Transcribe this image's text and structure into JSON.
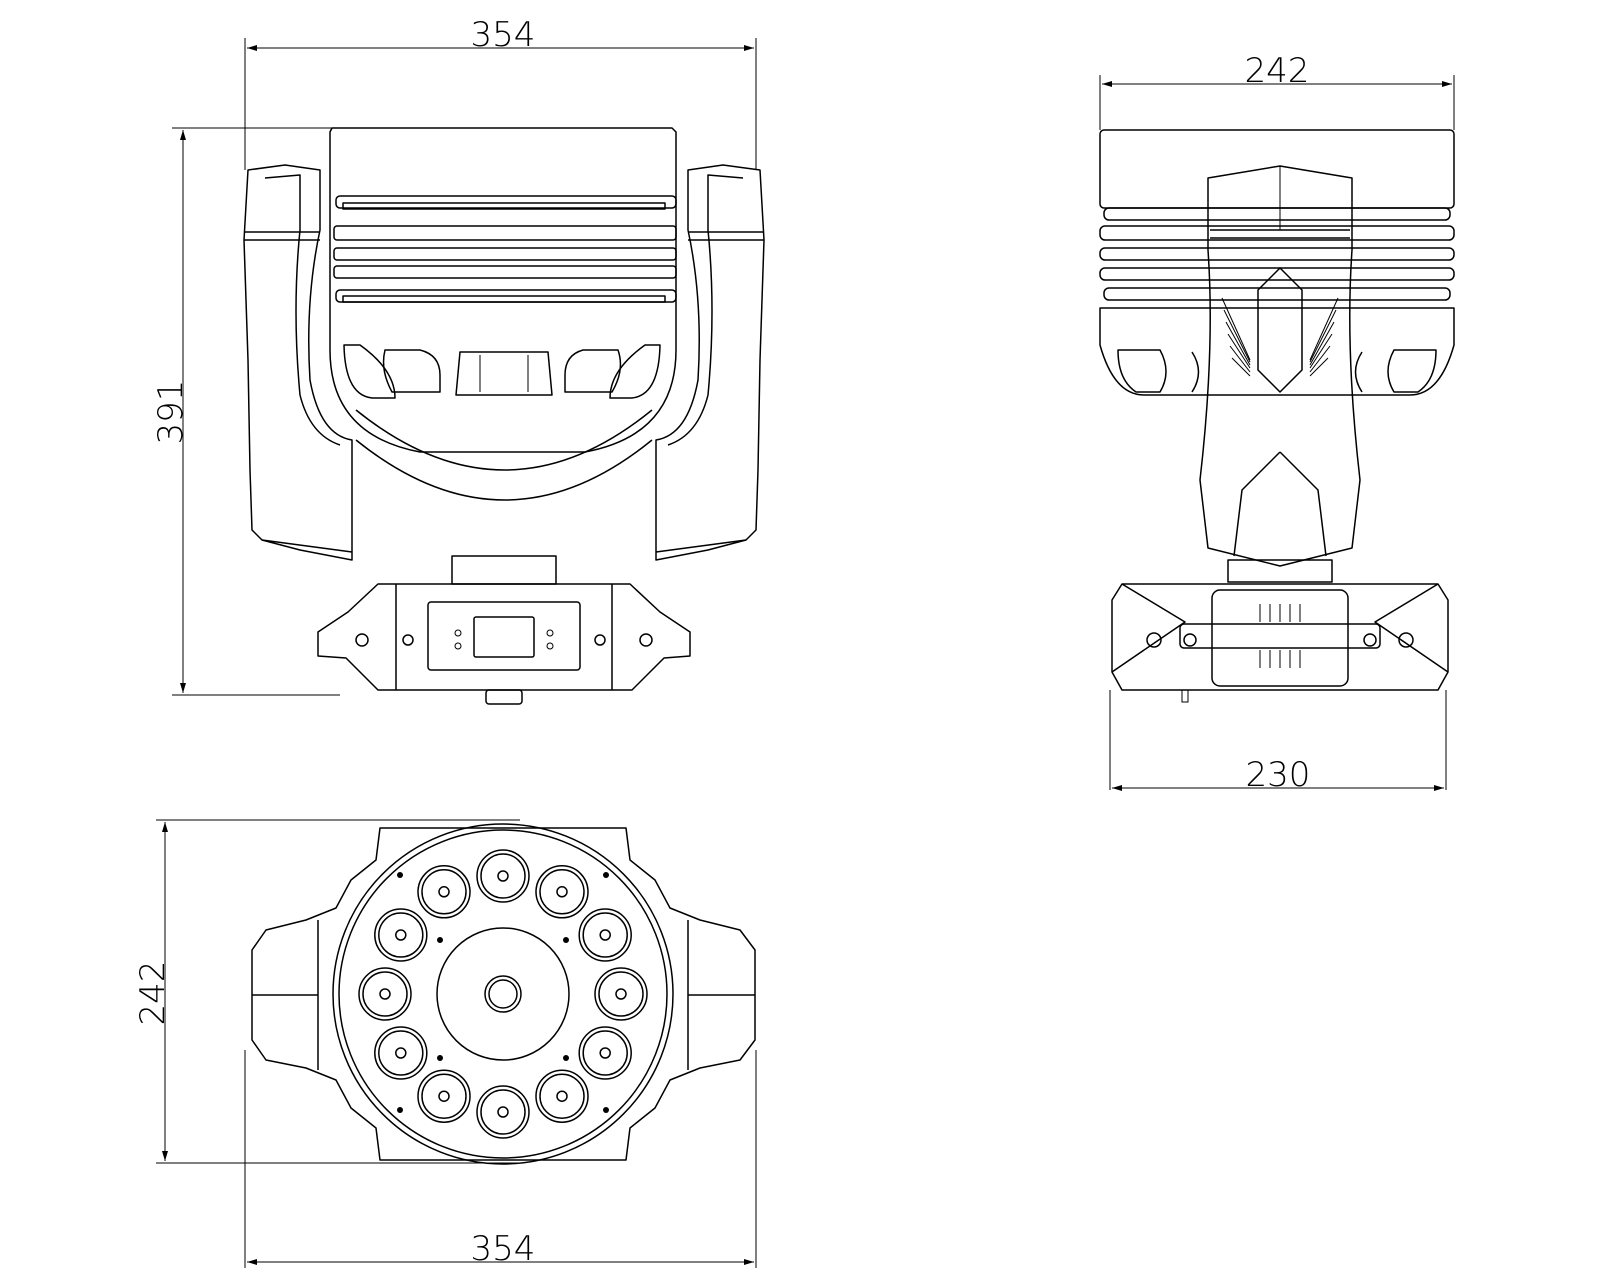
{
  "colors": {
    "line": "#000000",
    "background": "#ffffff"
  },
  "front_view": {
    "width_label": "354",
    "height_label": "391"
  },
  "side_view": {
    "top_width_label": "242",
    "base_width_label": "230"
  },
  "lens_view": {
    "height_label": "242",
    "width_label": "354",
    "outer_led_count": 12
  }
}
